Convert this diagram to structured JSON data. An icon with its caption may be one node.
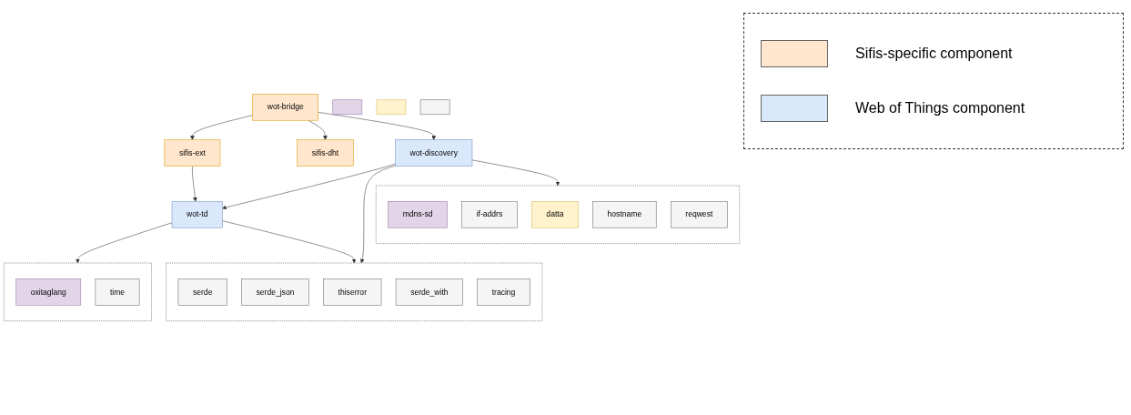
{
  "diagram": {
    "nodes": [
      {
        "text": [
          "sifis-ext"
        ]
      },
      {
        "text": [
          "wot-bridge"
        ]
      },
      {
        "text": [
          "sifis-dht"
        ]
      },
      {
        "text": [
          "wot-td"
        ]
      },
      {
        "text": [
          "wot-discovery"
        ]
      },
      {
        "text": [],
        "shape": "box"
      },
      {
        "text": [
          "oxitaglang"
        ],
        "in": 5
      },
      {
        "text": [
          "time"
        ],
        "in": 5
      },
      {
        "text": [],
        "shape": "box"
      },
      {
        "text": [
          "serde"
        ],
        "in": 8
      },
      {
        "text": [
          "serde_json"
        ],
        "in": 8
      },
      {
        "text": [
          "thiserror"
        ],
        "in": 8
      },
      {
        "text": [
          "serde_with"
        ],
        "in": 8
      },
      {
        "text": [
          "tracing"
        ],
        "in": 8
      },
      {
        "text": [],
        "shape": "box"
      },
      {
        "text": [
          "mdns-sd"
        ],
        "in": 14
      },
      {
        "text": [
          "if-addrs"
        ],
        "in": 14
      },
      {
        "text": [
          "datta"
        ],
        "in": 14
      },
      {
        "text": [
          "hostname"
        ],
        "in": 14
      },
      {
        "text": [
          "reqwest"
        ],
        "in": 14
      },
      {
        "text": [],
        "shape": "box"
      },
      {
        "text": [],
        "shape": "box"
      },
      {
        "text": [],
        "shape": "box"
      }
    ],
    "edges": [
      {
        "from": 1,
        "to": 0,
        "arrow": "to"
      },
      {
        "from": 1,
        "to": 2,
        "arrow": "to"
      },
      {
        "from": 0,
        "to": 3,
        "arrow": "to"
      },
      {
        "from": 1,
        "to": 4,
        "arrow": "to"
      },
      {
        "from": 4,
        "to": 3,
        "arrow": "to"
      },
      {
        "from": 3,
        "to": 5,
        "arrow": "to"
      },
      {
        "from": 3,
        "to": 8,
        "arrow": "to"
      },
      {
        "from": 4,
        "to": 8,
        "arrow": "to"
      },
      {
        "from": 4,
        "to": 14,
        "arrow": "to"
      }
    ],
    "legend": [
      {
        "text": "Sifis-specific component",
        "color": "#ffe6cc"
      },
      {
        "text": "Web of Things component",
        "color": "#dae8fc"
      }
    ]
  }
}
